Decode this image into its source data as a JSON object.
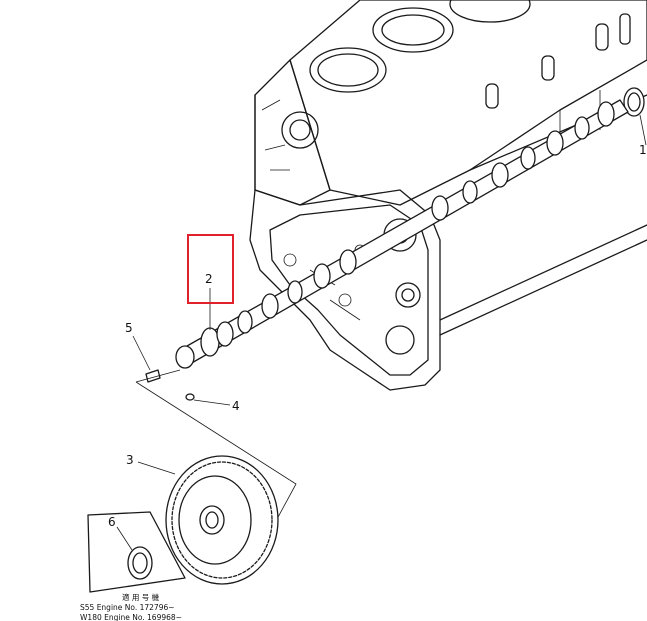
{
  "callouts": [
    "1",
    "2",
    "3",
    "4",
    "5",
    "6"
  ],
  "applicability": {
    "heading": "適 用 号 機",
    "line1": "S55  Engine No. 172796~",
    "line2": "W180 Engine No. 169968~"
  },
  "highlight": {
    "color": "#e0202a",
    "target": "2"
  }
}
